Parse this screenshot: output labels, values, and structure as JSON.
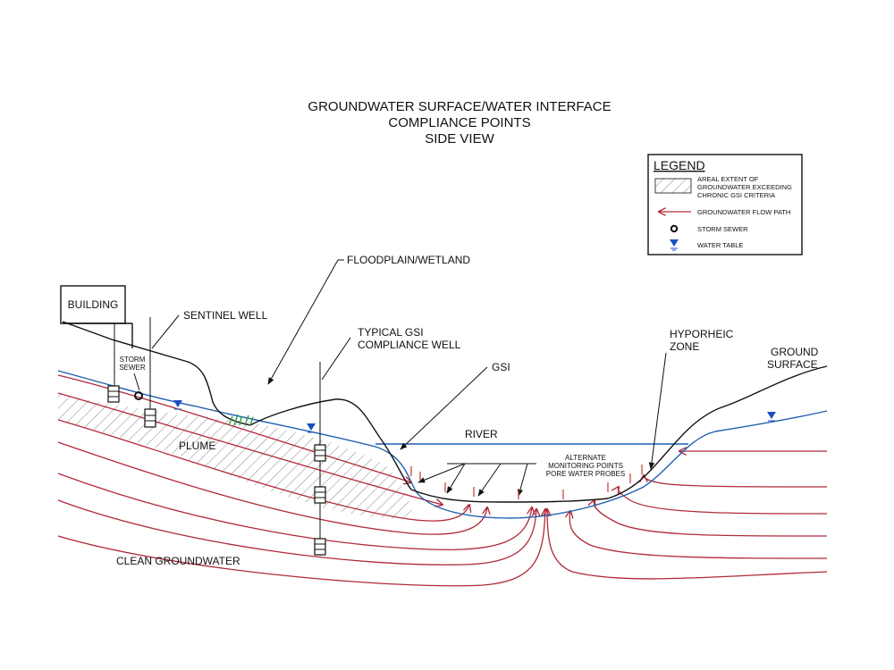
{
  "title": {
    "line1": "GROUNDWATER SURFACE/WATER INTERFACE",
    "line2": "COMPLIANCE POINTS",
    "line3": "SIDE VIEW"
  },
  "legend": {
    "heading": "LEGEND",
    "items": [
      {
        "icon": "hatch-swatch",
        "lines": [
          "AREAL EXTENT OF",
          "GROUNDWATER EXCEEDING",
          "CHRONIC GSI CRITERIA"
        ]
      },
      {
        "icon": "flow-arrow-icon",
        "lines": [
          "GROUNDWATER FLOW PATH"
        ]
      },
      {
        "icon": "storm-sewer-icon",
        "lines": [
          "STORM SEWER"
        ]
      },
      {
        "icon": "water-table-icon",
        "lines": [
          "WATER TABLE"
        ]
      }
    ]
  },
  "labels": {
    "building": "BUILDING",
    "storm_sewer": [
      "STORM",
      "SEWER"
    ],
    "sentinel_well": "SENTINEL WELL",
    "floodplain": "FLOODPLAIN/WETLAND",
    "gsi_well": [
      "TYPICAL GSI",
      "COMPLIANCE WELL"
    ],
    "gsi": "GSI",
    "hyporheic": [
      "HYPORHEIC",
      "ZONE"
    ],
    "ground_surface": [
      "GROUND",
      "SURFACE"
    ],
    "river": "RIVER",
    "plume": "PLUME",
    "alternate": [
      "ALTERNATE",
      "MONITORING POINTS",
      "PORE WATER PROBES"
    ],
    "clean": "CLEAN GROUNDWATER"
  },
  "colors": {
    "water_table": "#1f5fb0",
    "flow_path": "#b02a3a",
    "outline": "#111111",
    "vegetation": "#2e9e3e"
  }
}
